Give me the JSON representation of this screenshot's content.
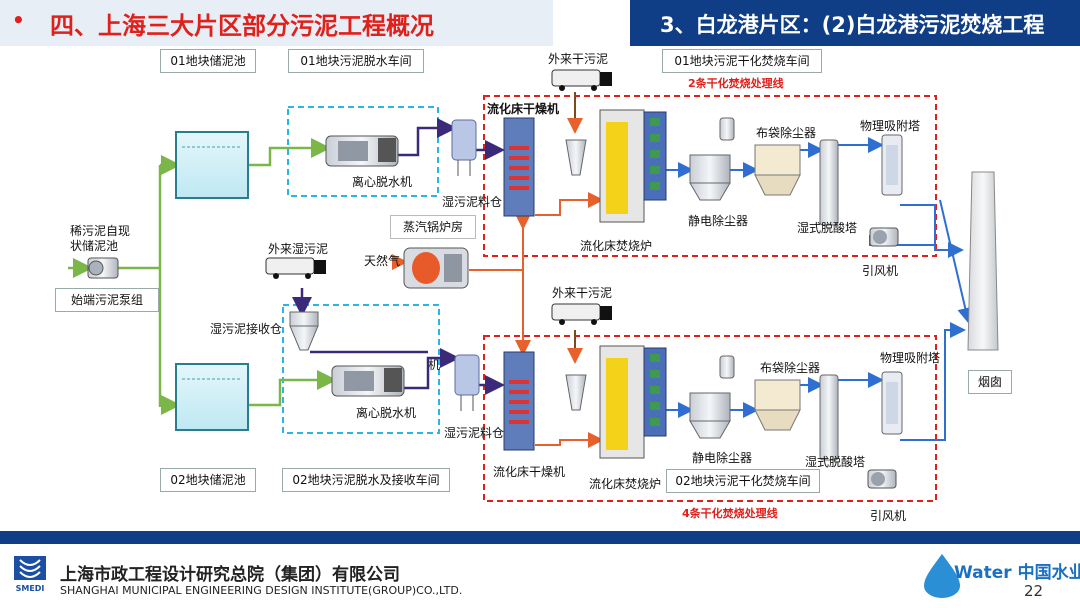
{
  "header": {
    "bullet": "•",
    "title": "四、上海三大片区部分污泥工程概况",
    "section": "3、白龙港片区：(2)白龙港污泥焚烧工程"
  },
  "labels": {
    "site01_storage": "01地块储泥池",
    "site01_dewatering": "01地块污泥脱水车间",
    "site01_incineration": "01地块污泥干化焚烧车间",
    "external_dry_top": "外来干污泥",
    "lines_top": "2条干化焚烧处理线",
    "fluid_dryer_top": "流化床干燥机",
    "bag_filter_top": "布袋除尘器",
    "adsorption_top": "物理吸附塔",
    "centrifuge_top": "离心脱水机",
    "wet_silo_top": "湿污泥料仓",
    "esp_top": "静电除尘器",
    "wet_scrubber_top": "湿式脱酸塔",
    "boiler_room": "蒸汽锅炉房",
    "incinerator_top": "流化床焚烧炉",
    "thin_sludge": "稀污泥自现状储泥池",
    "external_wet": "外来湿污泥",
    "natural_gas": "天然气",
    "induced_fan_top": "引风机",
    "pump_group": "始端污泥泵组",
    "external_dry_bottom": "外来干污泥",
    "receiving_silo": "湿污泥接收仓",
    "machine": "机",
    "bag_filter_bottom": "布袋除尘器",
    "adsorption_bottom": "物理吸附塔",
    "chimney": "烟囱",
    "centrifuge_bottom": "离心脱水机",
    "esp_bottom": "静电除尘器",
    "wet_silo_bottom": "湿污泥料仓",
    "wet_scrubber_bottom": "湿式脱酸塔",
    "fluid_dryer_bottom": "流化床干燥机",
    "site02_storage": "02地块储泥池",
    "site02_dewatering": "02地块污泥脱水及接收车间",
    "incinerator_bottom": "流化床焚烧炉",
    "site02_incineration": "02地块污泥干化焚烧车间",
    "lines_bottom": "4条干化焚烧处理线",
    "induced_fan_bottom": "引风机"
  },
  "footer": {
    "logo_text": "SMEDI",
    "company_cn": "上海市政工程设计研究总院（集团）有限公司",
    "company_en": "SHANGHAI MUNICIPAL ENGINEERING DESIGN INSTITUTE(GROUP)CO.,LTD.",
    "partner_logo": "Water 中国水业",
    "page_number": "22"
  },
  "colors": {
    "accent_red": "#e0201b",
    "navy": "#0f3e86",
    "sludge_green": "#7ab648",
    "dewater_purple": "#3b2a7a",
    "steam_orange": "#e8602c",
    "dryer_blue": "#2f6fd1",
    "incinerator_yellow": "#f4d21a"
  }
}
